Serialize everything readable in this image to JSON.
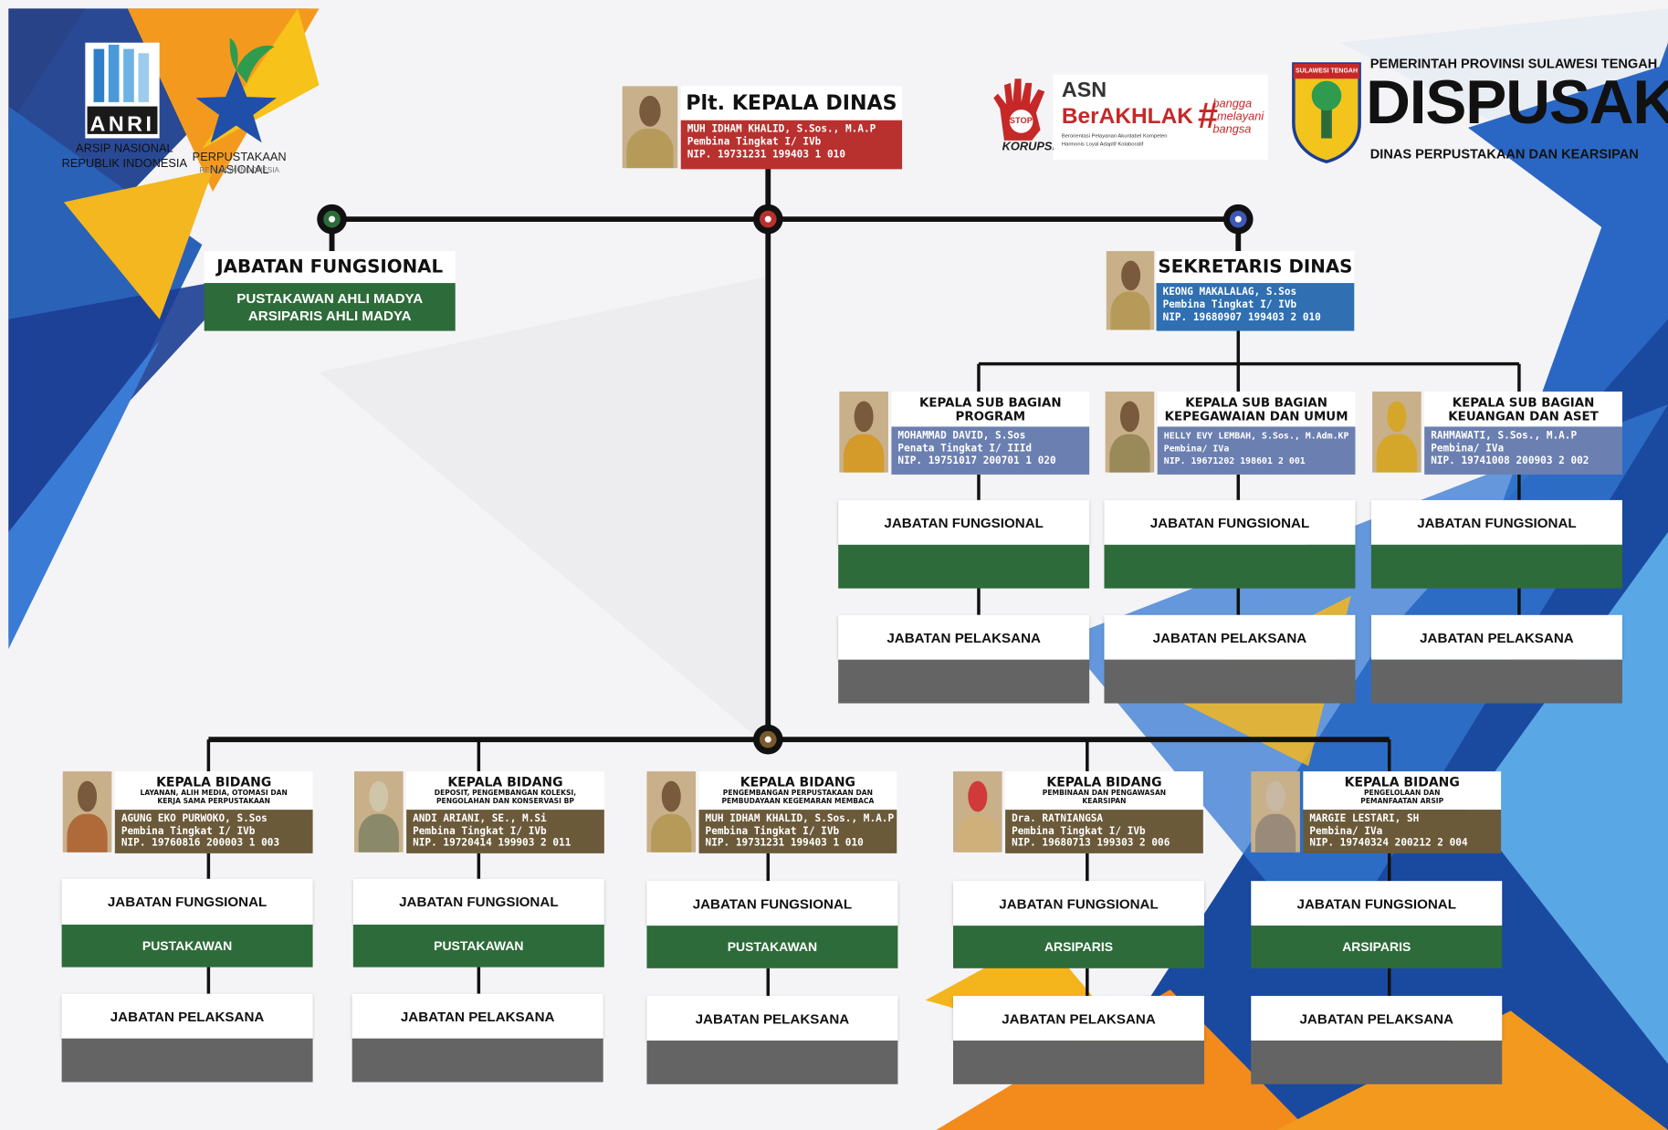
{
  "header": {
    "anri_mark": "ANRI",
    "anri_name_1": "ARSIP NASIONAL",
    "anri_name_2": "REPUBLIK INDONESIA",
    "perpusnas_name": "PERPUSTAKAAN NASIONAL",
    "perpusnas_sub": "REPUBLIK INDONESIA",
    "stop_korupsi": "KORUPSI",
    "stop_word": "STOP!",
    "asn": "ASN",
    "berakhlak": "BerAKHLAK",
    "berakhlak_sub_1": "Berorientasi Pelayanan Akuntabel Kompeten",
    "berakhlak_sub_2": "Harmonis Loyal Adaptif Kolaboratif",
    "bangga_1": "bangga",
    "bangga_2": "melayani",
    "bangga_3": "bangsa",
    "emblem_banner": "SULAWESI TENGAH",
    "gov_line": "PEMERINTAH PROVINSI SULAWESI TENGAH",
    "agency": "DISPUSAKA",
    "agency_full": "DINAS PERPUSTAKAAN DAN KEARSIPAN"
  },
  "head": {
    "title": "Plt. KEPALA DINAS",
    "name": "MUH IDHAM KHALID, S.Sos., M.A.P",
    "rank": "Pembina Tingkat I/ IVb",
    "nip": "NIP. 19731231 199403 1 010"
  },
  "fungsional_top": {
    "title": "JABATAN FUNGSIONAL",
    "line1": "PUSTAKAWAN AHLI MADYA",
    "line2": "ARSIPARIS AHLI MADYA"
  },
  "sekretaris": {
    "title": "SEKRETARIS DINAS",
    "name": "KEONG MAKALALAG, S.Sos",
    "rank": "Pembina Tingkat I/ IVb",
    "nip": "NIP. 19680907 199403 2 010"
  },
  "subbag": [
    {
      "title1": "KEPALA SUB BAGIAN",
      "title2": "PROGRAM",
      "name": "MOHAMMAD DAVID, S.Sos",
      "rank": "Penata Tingkat I/ IIId",
      "nip": "NIP. 19751017 200701 1 020",
      "fungsional": "JABATAN FUNGSIONAL",
      "pelaksana": "JABATAN PELAKSANA"
    },
    {
      "title1": "KEPALA SUB BAGIAN",
      "title2": "KEPEGAWAIAN DAN UMUM",
      "name": "HELLY EVY LEMBAH, S.Sos., M.Adm.KP",
      "rank": "Pembina/ IVa",
      "nip": "NIP. 19671202 198601 2 001",
      "fungsional": "JABATAN FUNGSIONAL",
      "pelaksana": "JABATAN PELAKSANA"
    },
    {
      "title1": "KEPALA SUB BAGIAN",
      "title2": "KEUANGAN DAN ASET",
      "name": "RAHMAWATI, S.Sos., M.A.P",
      "rank": "Pembina/ IVa",
      "nip": "NIP. 19741008 200903 2 002",
      "fungsional": "JABATAN FUNGSIONAL",
      "pelaksana": "JABATAN PELAKSANA"
    }
  ],
  "bidang": [
    {
      "title": "KEPALA BIDANG",
      "sub1": "LAYANAN, ALIH MEDIA, OTOMASI DAN",
      "sub2": "KERJA SAMA PERPUSTAKAAN",
      "name": "AGUNG EKO PURWOKO, S.Sos",
      "rank": "Pembina Tingkat I/ IVb",
      "nip": "NIP. 19760816 200003 1 003",
      "fungsional": "JABATAN FUNGSIONAL",
      "fungsional_sub": "PUSTAKAWAN",
      "pelaksana": "JABATAN PELAKSANA"
    },
    {
      "title": "KEPALA BIDANG",
      "sub1": "DEPOSIT, PENGEMBANGAN KOLEKSI,",
      "sub2": "PENGOLAHAN DAN KONSERVASI BP",
      "name": "ANDI ARIANI, SE., M.Si",
      "rank": "Pembina Tingkat I/ IVb",
      "nip": "NIP. 19720414 199903 2 011",
      "fungsional": "JABATAN FUNGSIONAL",
      "fungsional_sub": "PUSTAKAWAN",
      "pelaksana": "JABATAN PELAKSANA"
    },
    {
      "title": "KEPALA BIDANG",
      "sub1": "PENGEMBANGAN PERPUSTAKAAN DAN",
      "sub2": "PEMBUDAYAAN KEGEMARAN MEMBACA",
      "name": "MUH IDHAM KHALID, S.Sos., M.A.P",
      "rank": "Pembina Tingkat I/ IVb",
      "nip": "NIP. 19731231 199403 1 010",
      "fungsional": "JABATAN FUNGSIONAL",
      "fungsional_sub": "PUSTAKAWAN",
      "pelaksana": "JABATAN PELAKSANA"
    },
    {
      "title": "KEPALA BIDANG",
      "sub1": "PEMBINAAN DAN PENGAWASAN",
      "sub2": "KEARSIPAN",
      "name": "Dra. RATNIANGSA",
      "rank": "Pembina Tingkat I/ IVb",
      "nip": "NIP. 19680713 199303 2 006",
      "fungsional": "JABATAN FUNGSIONAL",
      "fungsional_sub": "ARSIPARIS",
      "pelaksana": "JABATAN PELAKSANA"
    },
    {
      "title": "KEPALA BIDANG",
      "sub1": "PENGELOLAAN DAN",
      "sub2": "PEMANFAATAN ARSIP",
      "name": "MARGIE LESTARI, SH",
      "rank": "Pembina/ IVa",
      "nip": "NIP. 19740324 200212 2 004",
      "fungsional": "JABATAN FUNGSIONAL",
      "fungsional_sub": "ARSIPARIS",
      "pelaksana": "JABATAN PELAKSANA"
    }
  ]
}
